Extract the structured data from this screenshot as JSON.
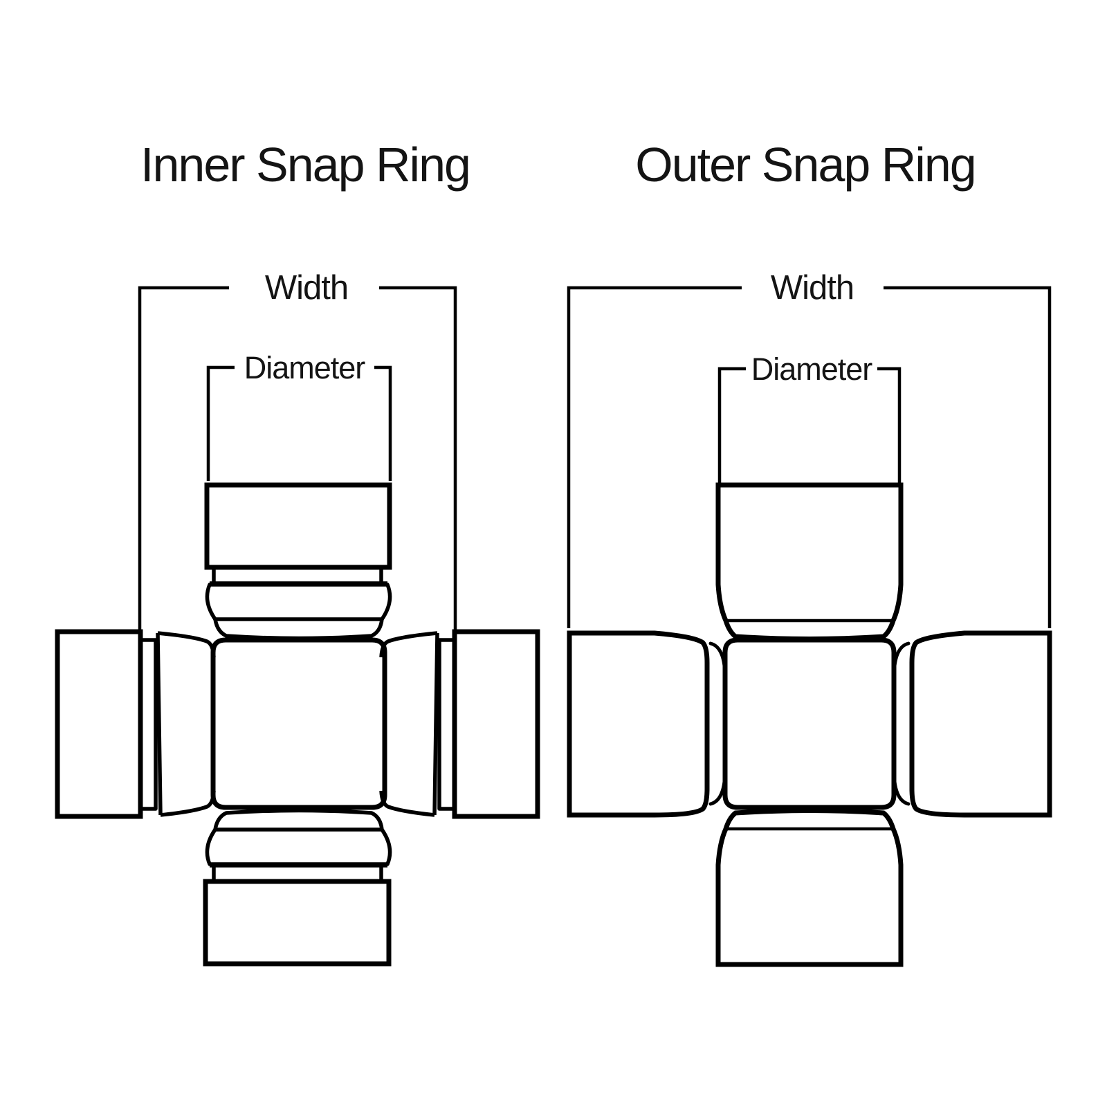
{
  "canvas": {
    "background_color": "#ffffff",
    "line_color": "#000000",
    "text_color": "#141414"
  },
  "diagrams": [
    {
      "title": "Inner Snap Ring",
      "labels": {
        "width": "Width",
        "diameter": "Diameter"
      }
    },
    {
      "title": "Outer Snap Ring",
      "labels": {
        "width": "Width",
        "diameter": "Diameter"
      }
    }
  ]
}
